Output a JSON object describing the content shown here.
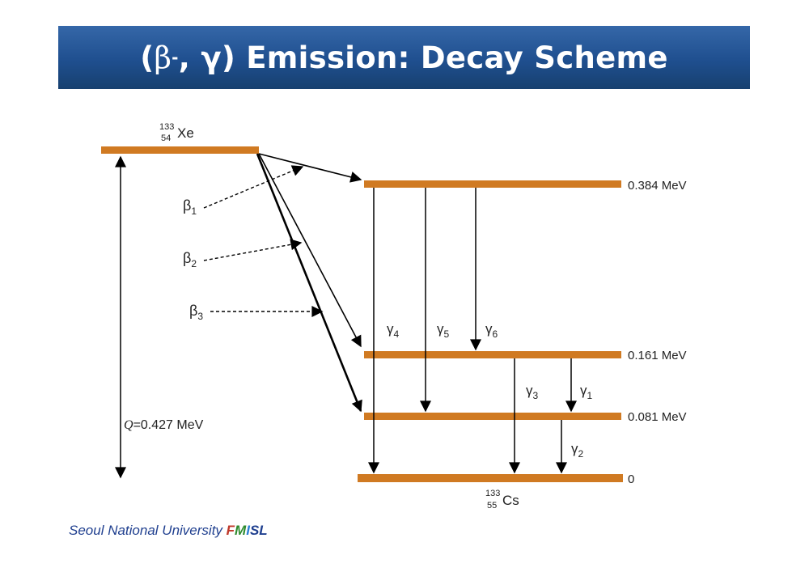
{
  "title": {
    "open_paren": "(",
    "beta": "β",
    "beta_sup": "-",
    "rest": ", γ) Emission: Decay Scheme"
  },
  "parent_nuclide": {
    "mass": "133",
    "atomic": "54",
    "symbol": "Xe"
  },
  "daughter_nuclide": {
    "mass": "133",
    "atomic": "55",
    "symbol": "Cs"
  },
  "q_value": {
    "symbol": "Q",
    "text": "=0.427 MeV"
  },
  "levels": [
    {
      "label": "0.384 MeV",
      "energy_mev": 0.384
    },
    {
      "label": "0.161 MeV",
      "energy_mev": 0.161
    },
    {
      "label": "0.081 MeV",
      "energy_mev": 0.081
    },
    {
      "label": "0",
      "energy_mev": 0
    }
  ],
  "beta_transitions": [
    {
      "sym": "β",
      "sub": "1"
    },
    {
      "sym": "β",
      "sub": "2"
    },
    {
      "sym": "β",
      "sub": "3"
    }
  ],
  "gamma_transitions": [
    {
      "sym": "γ",
      "sub": "4"
    },
    {
      "sym": "γ",
      "sub": "5"
    },
    {
      "sym": "γ",
      "sub": "6"
    },
    {
      "sym": "γ",
      "sub": "3"
    },
    {
      "sym": "γ",
      "sub": "1"
    },
    {
      "sym": "γ",
      "sub": "2"
    }
  ],
  "footer": {
    "institution": "Seoul National University",
    "lab_f": "F",
    "lab_m": "M",
    "lab_i": "I",
    "lab_s": "S",
    "lab_l": "L"
  },
  "colors": {
    "level_bar": "#d07a22",
    "title_bar": "#1f4f8f",
    "footer_text": "#1f3f8f",
    "lab_f": "#c0392b",
    "lab_m": "#2e8b2e",
    "lab_i": "#2a7fd4",
    "lab_s": "#1f3f8f",
    "lab_l": "#1f3f8f"
  }
}
